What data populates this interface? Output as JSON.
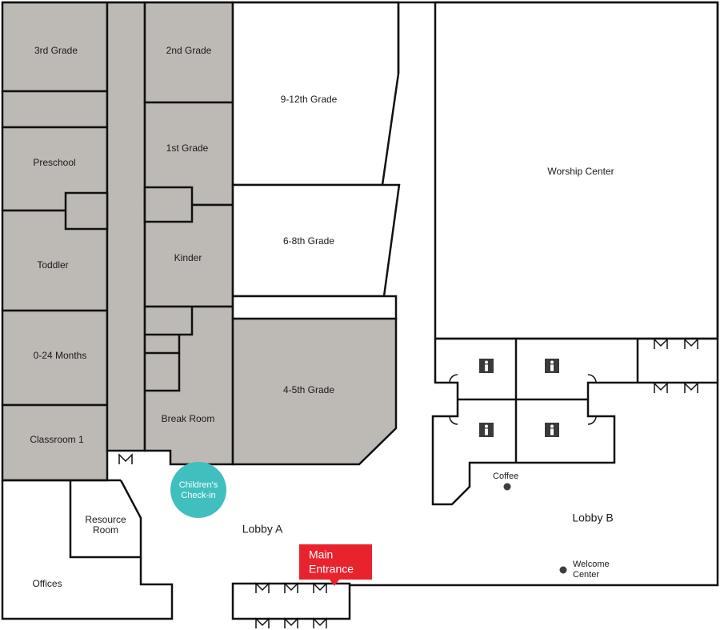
{
  "colors": {
    "room_gray": "#bdbab5",
    "wall": "#111111",
    "checkin": "#41bfbf",
    "entrance": "#e8232d",
    "restroom_bg": "#3a3a3a",
    "dot": "#3d3d3d"
  },
  "rooms": {
    "third_grade": "3rd Grade",
    "second_grade": "2nd Grade",
    "ninth_twelfth": "9-12th Grade",
    "worship_center": "Worship Center",
    "preschool": "Preschool",
    "first_grade": "1st Grade",
    "sixth_eighth": "6-8th Grade",
    "toddler": "Toddler",
    "kinder": "Kinder",
    "zero_24": "0-24 Months",
    "fourth_fifth": "4-5th Grade",
    "break_room": "Break Room",
    "classroom_1": "Classroom 1",
    "resource_room_1": "Resource",
    "resource_room_2": "Room",
    "offices": "Offices"
  },
  "areas": {
    "lobby_a": "Lobby A",
    "lobby_b": "Lobby B"
  },
  "points": {
    "checkin_1": "Children's",
    "checkin_2": "Check-in",
    "entrance_1": "Main",
    "entrance_2": "Entrance",
    "coffee": "Coffee",
    "welcome_1": "Welcome",
    "welcome_2": "Center"
  },
  "icons": {
    "restroom": "person-restroom-icon",
    "door": "double-door-icon"
  }
}
